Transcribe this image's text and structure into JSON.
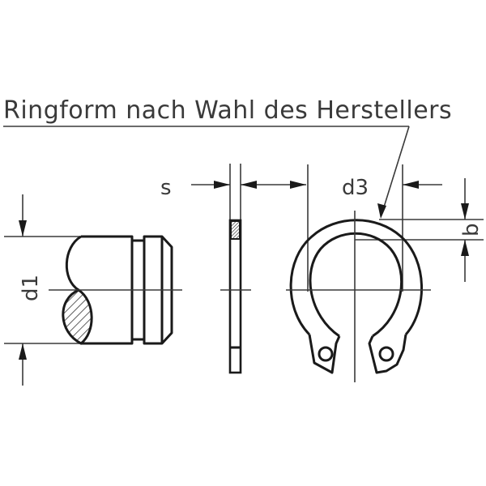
{
  "title": "Ringform nach Wahl des Herstellers",
  "dimensions": {
    "d1": "d1",
    "s": "s",
    "d3": "d3",
    "b": "b"
  },
  "views": {
    "shaft": "shaft-with-groove-side-view",
    "ring_side": "retaining-ring-side-view",
    "ring_front": "retaining-ring-front-view"
  },
  "colors": {
    "line": "#1a1a1a",
    "text": "#3a3a3a",
    "background": "#ffffff"
  }
}
